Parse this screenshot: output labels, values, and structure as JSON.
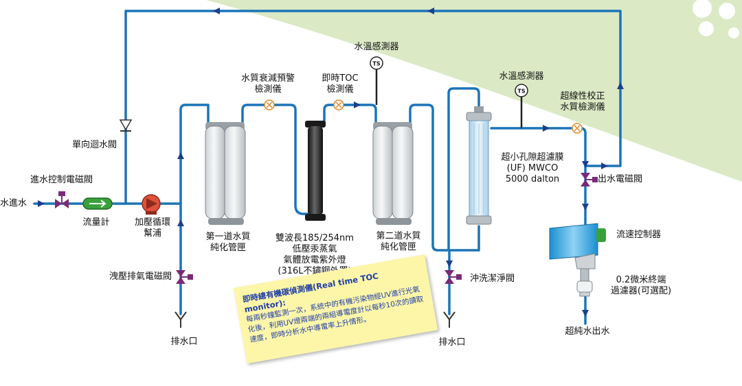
{
  "colors": {
    "pipe": "#1b74b8",
    "arrow": "#1c3f8c",
    "valve": "#7a2a77",
    "pump": "#e0513a",
    "flowmeter": "#3aa13a",
    "background_band": "#dbe9c5",
    "note_background": "#fdf6a9",
    "note_text": "#1f3fa8",
    "uv_lamp": "#2b2b2b",
    "uf_membrane": "#cfe6f5",
    "flow_controller": "#3aa8dd"
  },
  "labels": {
    "inlet": "水進水",
    "inlet_valve": "進水控制電磁閥",
    "flow_meter": "流量計",
    "pump": "加壓循環\n幫浦",
    "check_valve": "單向迴水閥",
    "pressure_relief_valve": "洩壓排氣電磁閥",
    "drain_left": "排水口",
    "first_cartridge": "第一道水質\n純化管匣",
    "degradation_sensor": "水質衰減預警\n檢測儀",
    "toc_sensor": "即時TOC\n檢測儀",
    "temp_sensor_1": "水溫感測器",
    "uv_lamp": "雙波長185/254nm\n低壓汞蒸氣\n氣體放電紫外燈\n(316L不鏽鋼外罩)",
    "second_cartridge": "第二道水質\n純化管匣",
    "temp_sensor_2": "水溫感測器",
    "uf_membrane": "超小孔隙超濾膜\n(UF) MWCO\n5000 dalton",
    "flush_valve": "沖洗潔淨閥",
    "drain_right": "排水口",
    "online_sensor": "超線性校正\n水質檢測儀",
    "outlet_valve": "出水電磁閥",
    "flow_controller": "流速控制器",
    "final_filter": "0.2微米終端\n過濾器(可選配)",
    "outlet": "超純水出水"
  },
  "icons": {
    "temp_sensor": "TS"
  },
  "note": {
    "title": "即時總有機碳偵測儀(Real time TOC monitor):",
    "body": "每兩秒鐘監測一次，系統中的有機污染物經UV進行光氧化後，利用UV燈兩端的兩組導電度計以每秒10次的讀取速度，即時分析水中導電率上升情形。"
  }
}
